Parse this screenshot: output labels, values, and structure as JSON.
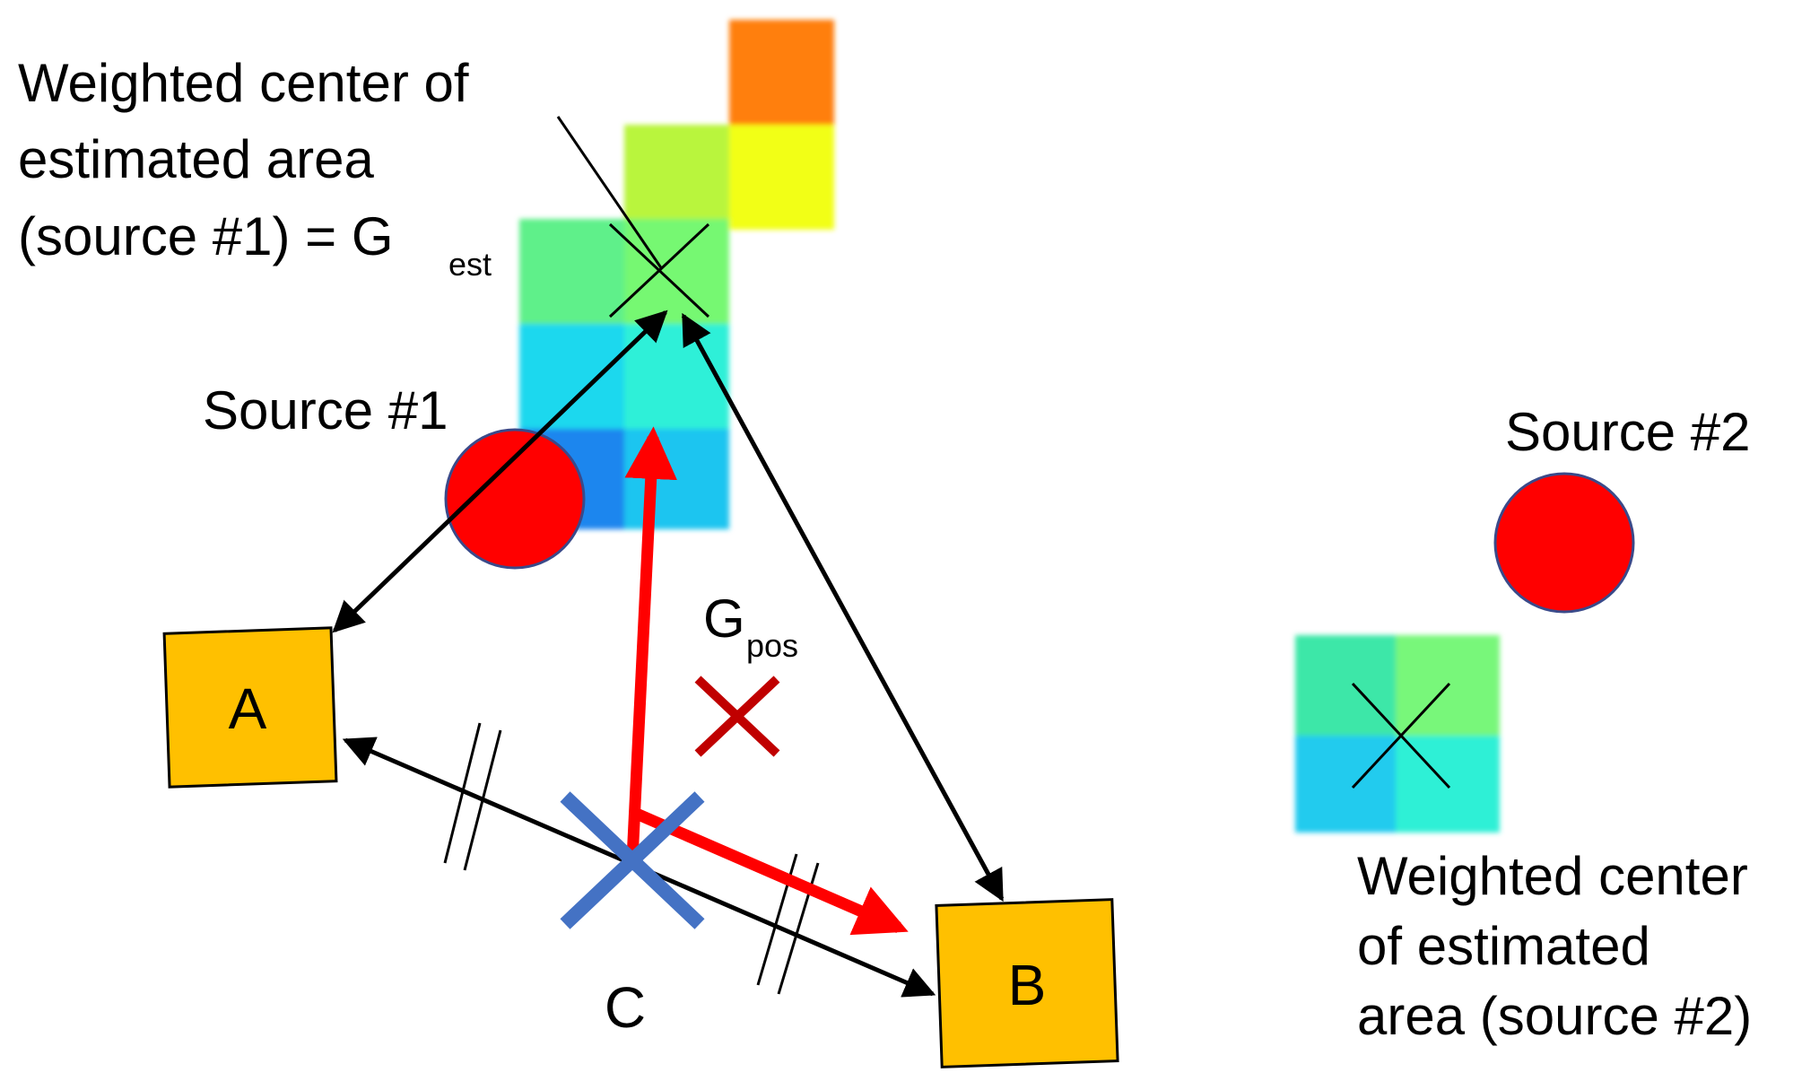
{
  "labels": {
    "gest_line1": "Weighted center of",
    "gest_line2": "estimated area",
    "gest_line3": "(source #1) = G",
    "gest_sub": "est",
    "source1": "Source #1",
    "source2": "Source #2",
    "gpos": "G",
    "gpos_sub": "pos",
    "box_a": "A",
    "box_b": "B",
    "point_c": "C",
    "wc2_line1": "Weighted center",
    "wc2_line2": "of estimated",
    "wc2_line3": "area (source #2)"
  },
  "colors": {
    "source": "#ff0000",
    "source_outline": "#3a4a8a",
    "box_fill": "#ffc000",
    "red_arrow": "#ff0000",
    "blue_cross": "#4472c4",
    "dark_red_cross": "#c00000"
  }
}
